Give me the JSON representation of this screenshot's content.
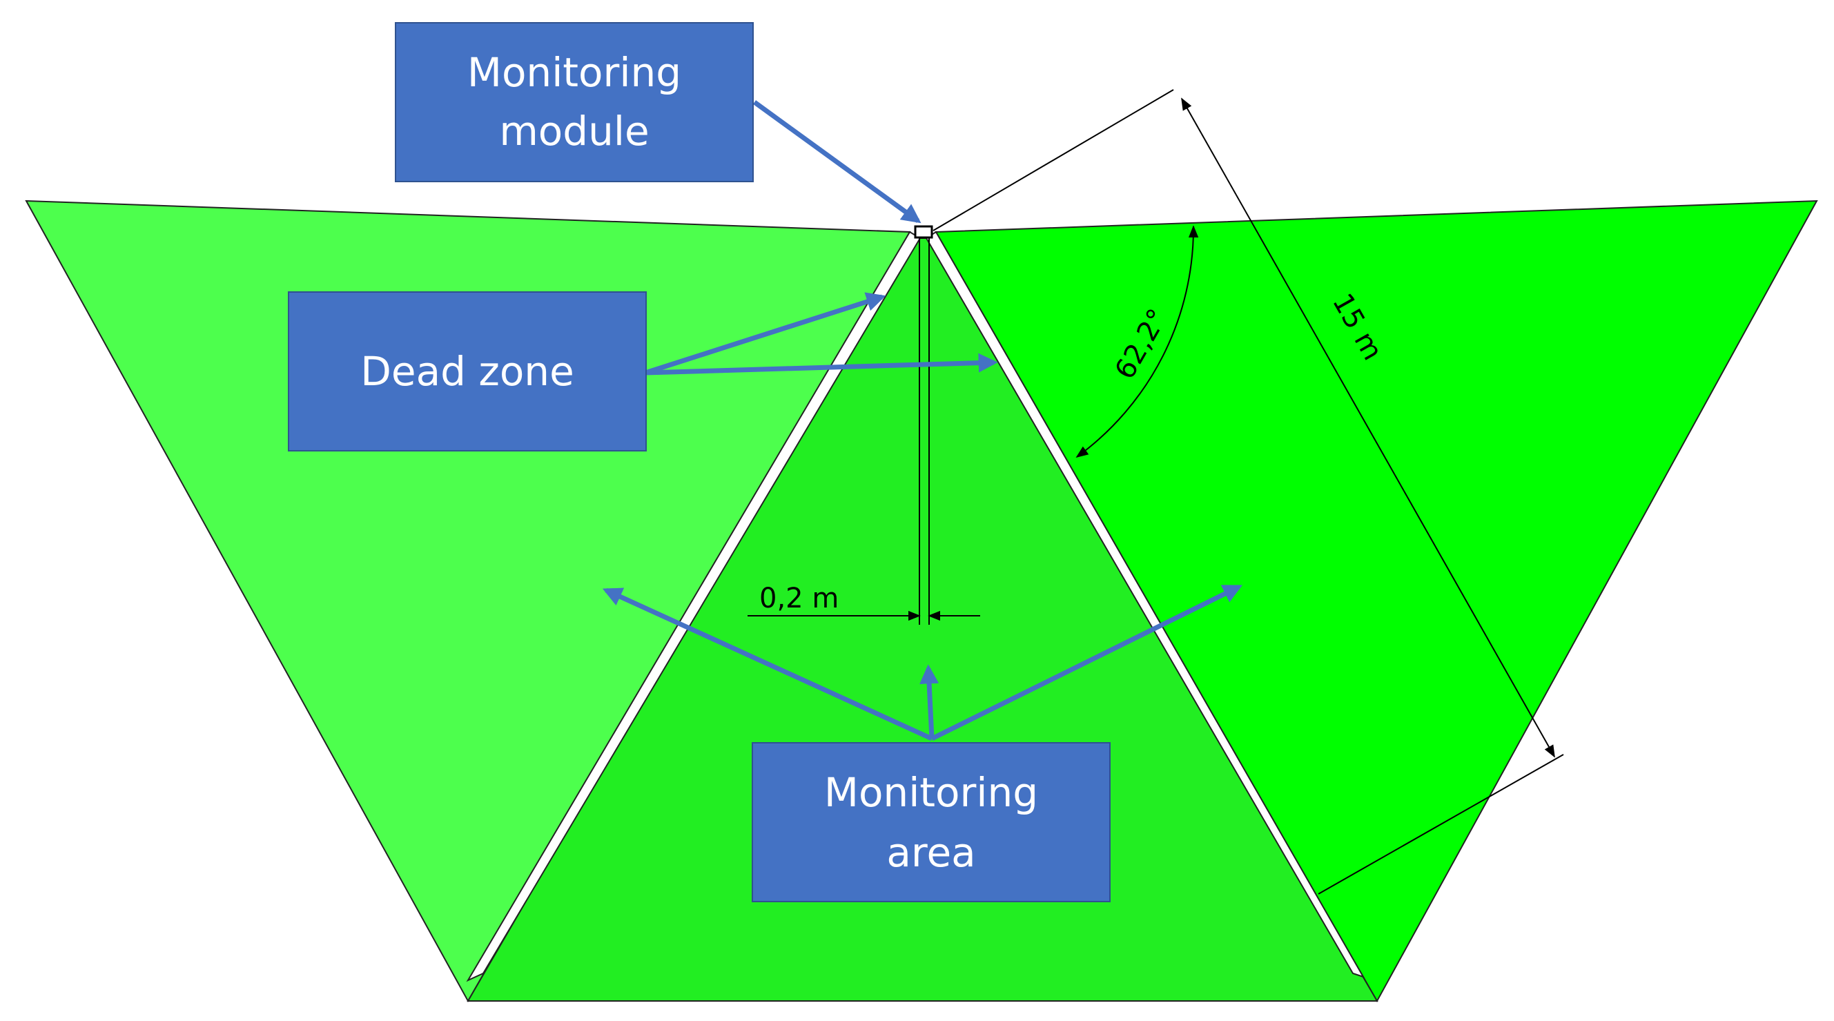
{
  "labels": {
    "monitoring_module": [
      "Monitoring",
      "module"
    ],
    "dead_zone": "Dead zone",
    "monitoring_area": [
      "Monitoring",
      "area"
    ]
  },
  "dimensions": {
    "angle": "62,2°",
    "range": "15 m",
    "gap": "0,2 m"
  },
  "colors": {
    "left_zone": "#4DFF4D",
    "center_zone": "#22EE22",
    "right_zone": "#00FF00",
    "callout_fill": "#4472C4",
    "arrow": "#4472C4"
  }
}
